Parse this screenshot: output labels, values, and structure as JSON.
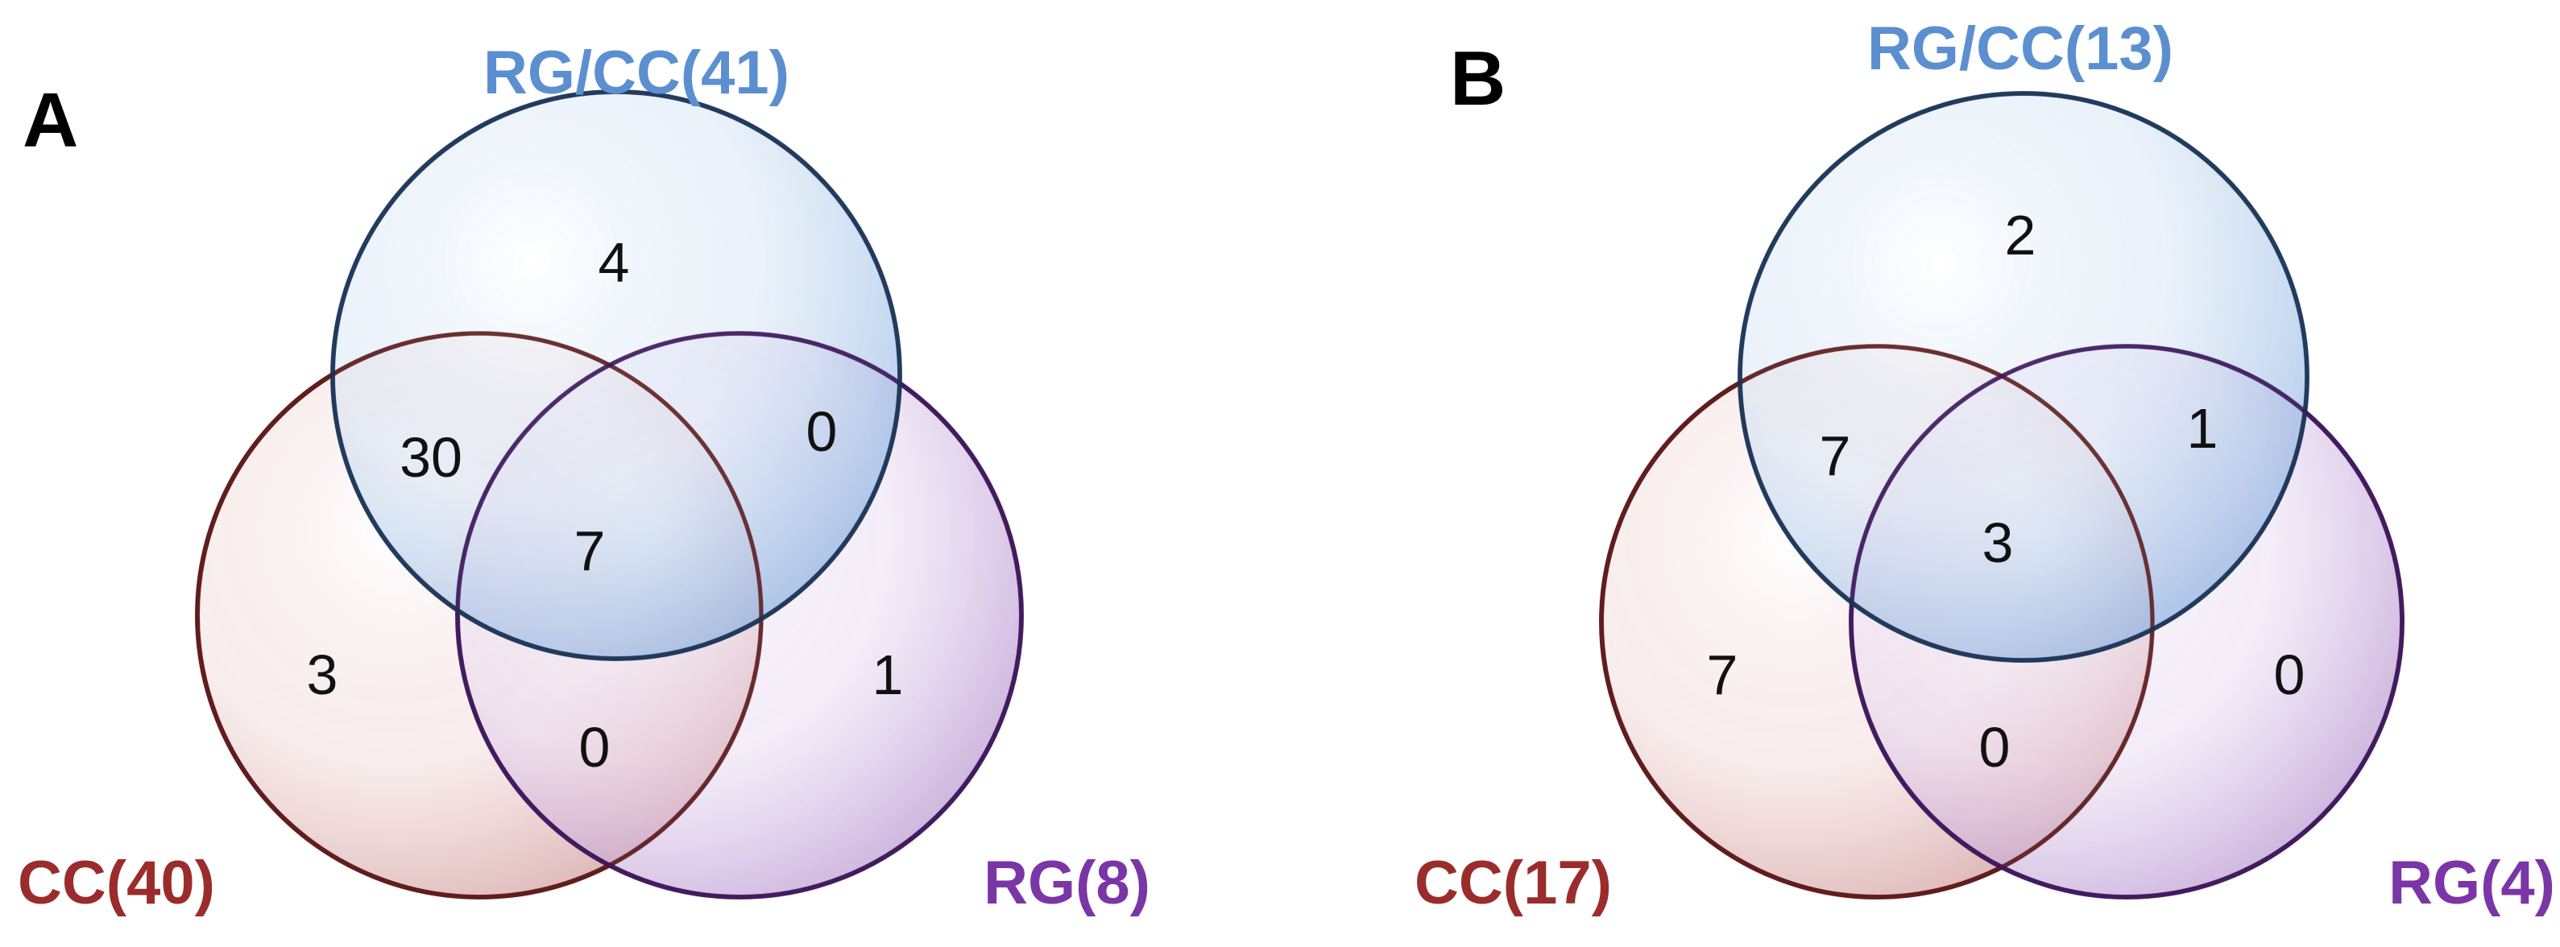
{
  "panels": [
    {
      "letter": "A",
      "sets": {
        "top": {
          "label": "RG/CC(41)",
          "color": "#5b8fd0"
        },
        "left": {
          "label": "CC(40)",
          "color": "#9b2c2c"
        },
        "right": {
          "label": "RG(8)",
          "color": "#7a35a6"
        }
      },
      "regions": {
        "top_only": "4",
        "left_only": "3",
        "right_only": "1",
        "top_left": "30",
        "top_right": "0",
        "left_right": "0",
        "all": "7"
      }
    },
    {
      "letter": "B",
      "sets": {
        "top": {
          "label": "RG/CC(13)",
          "color": "#5b8fd0"
        },
        "left": {
          "label": "CC(17)",
          "color": "#9b2c2c"
        },
        "right": {
          "label": "RG(4)",
          "color": "#7a35a6"
        }
      },
      "regions": {
        "top_only": "2",
        "left_only": "7",
        "right_only": "0",
        "top_left": "7",
        "top_right": "1",
        "left_right": "0",
        "all": "3"
      }
    }
  ]
}
